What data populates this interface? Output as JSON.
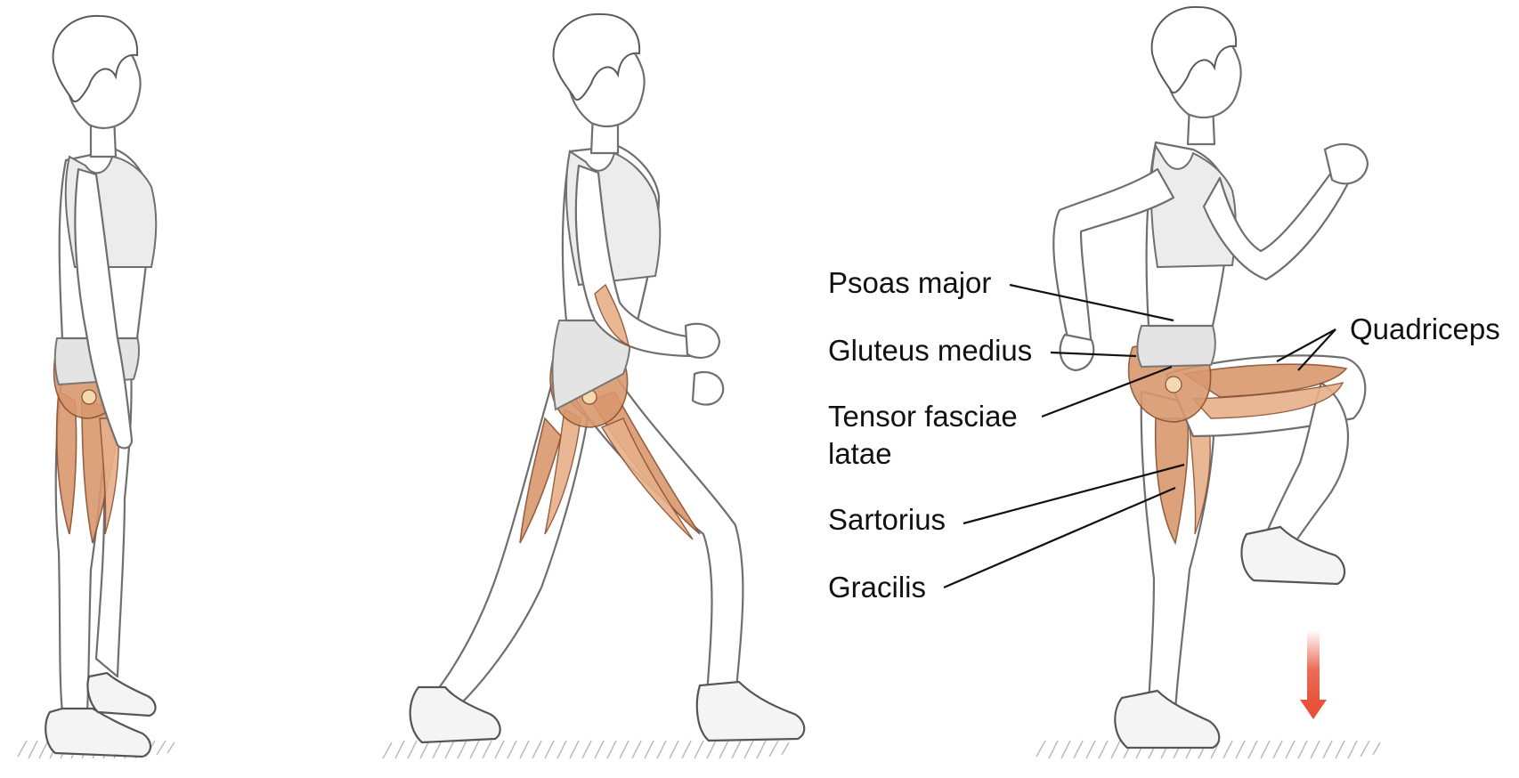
{
  "labels": {
    "psoas": "Psoas major",
    "gluteus": "Gluteus medius",
    "tensor_line1": "Tensor fasciae",
    "tensor_line2": "latae",
    "sartorius": "Sartorius",
    "gracilis": "Gracilis",
    "quadriceps": "Quadriceps"
  },
  "colors": {
    "muscle": "#d9986e",
    "arrow": "#e8533a",
    "outline": "#6f6f6f"
  },
  "figures": [
    "standing-figure",
    "walking-figure",
    "high-knee-figure"
  ]
}
